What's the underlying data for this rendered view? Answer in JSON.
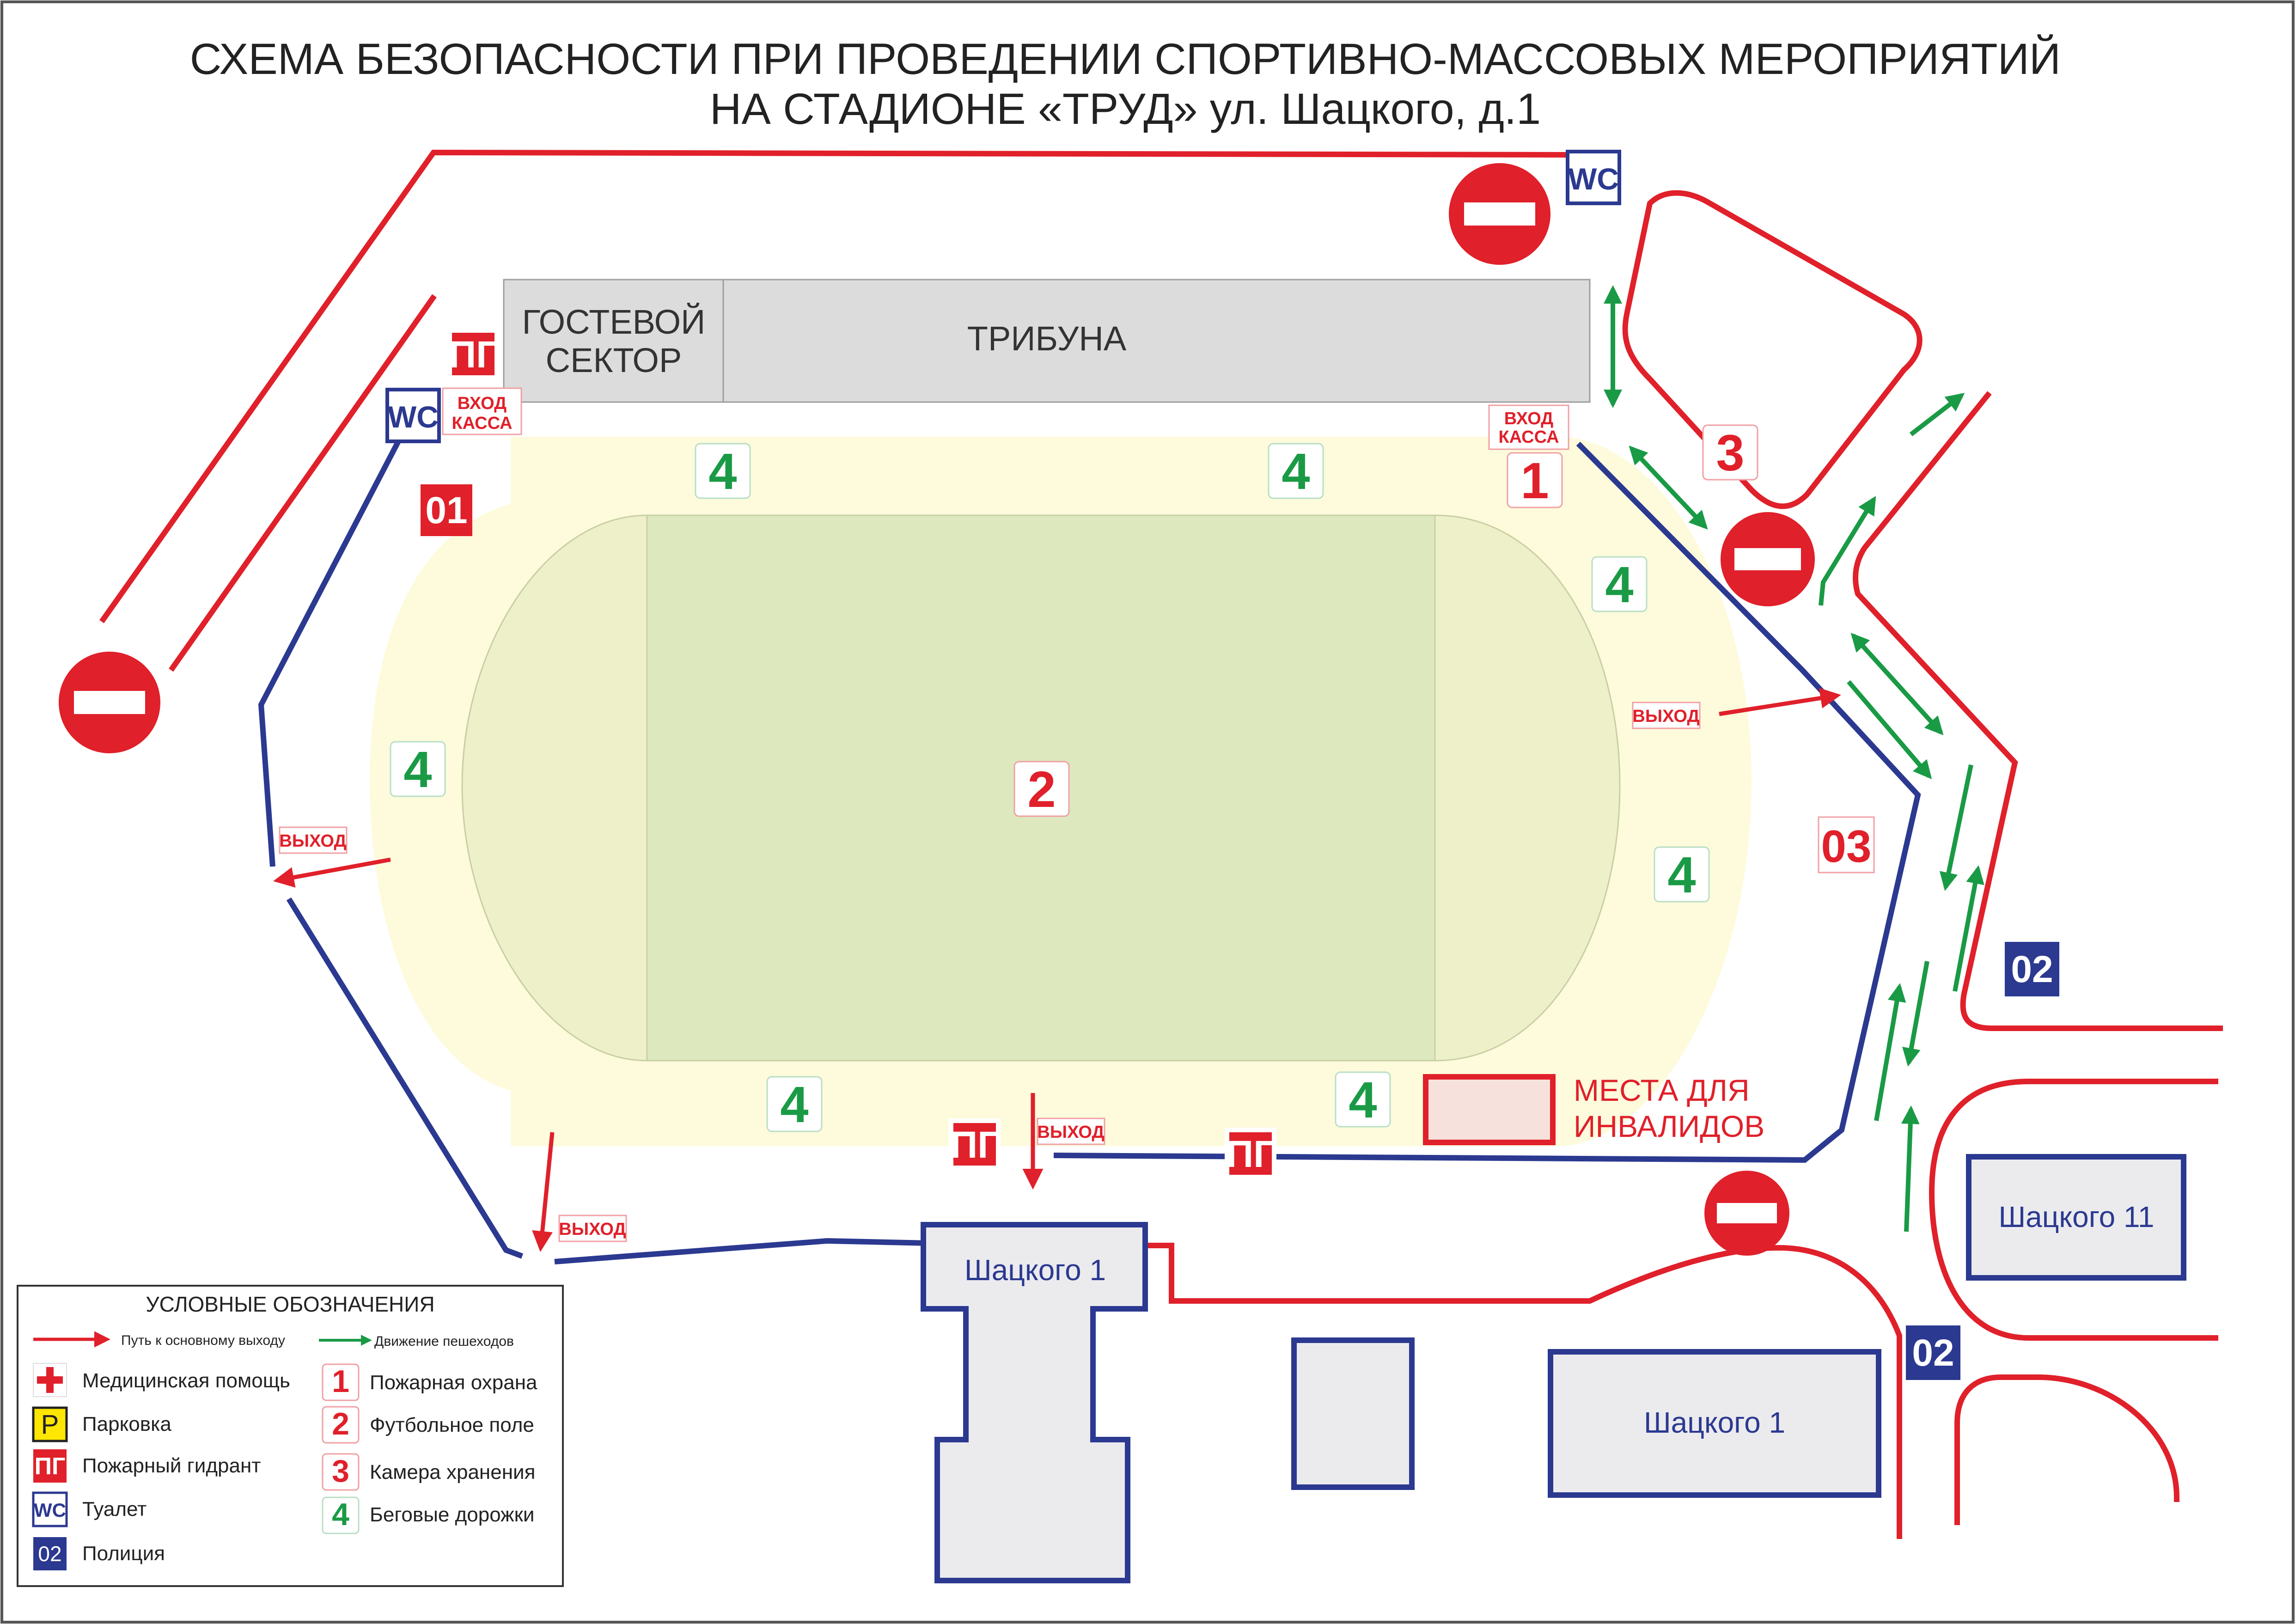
{
  "title": {
    "line1": "СХЕМА БЕЗОПАСНОСТИ ПРИ ПРОВЕДЕНИИ СПОРТИВНО-МАССОВЫХ МЕРОПРИЯТИЙ",
    "line2": "НА СТАДИОНЕ «ТРУД» ул. Шацкого, д.1"
  },
  "stands": {
    "guest_line1": "ГОСТЕВОЙ",
    "guest_line2": "СЕКТОР",
    "tribune": "ТРИБУНА"
  },
  "labels": {
    "vhod1": "ВХОД",
    "kassa1": "КАССА",
    "vhod2": "ВХОД",
    "kassa2": "КАССА",
    "exit_left": "ВЫХОД",
    "exit_right": "ВЫХОД",
    "exit_bottom_left": "ВЫХОД",
    "exit_bottom_center": "ВЫХОД",
    "pg_top": "ПГ",
    "pg_bottom1": "ПГ",
    "pg_bottom2": "ПГ",
    "wc_top": "WC",
    "wc_left": "WC",
    "post_01": "01",
    "post_03": "03",
    "police_1": "02",
    "police_2": "02",
    "zone_1": "1",
    "zone_2": "2",
    "zone_3": "3",
    "lane_a": "4",
    "lane_b": "4",
    "lane_c": "4",
    "lane_d": "4",
    "lane_e": "4",
    "lane_f": "4",
    "lane_g": "4",
    "invalid_line1": "МЕСТА ДЛЯ",
    "invalid_line2": "ИНВАЛИДОВ"
  },
  "buildings": {
    "shatskogo_1_main": "Шацкого 1",
    "shatskogo_1_second": "Шацкого 1",
    "shatskogo_11": "Шацкого 11"
  },
  "legend": {
    "title": "УСЛОВНЫЕ ОБОЗНАЧЕНИЯ",
    "arrow_exit": "Путь к основному выходу",
    "arrow_walk": "Движение пешеходов",
    "medical": "Медицинская помощь",
    "parking_symbol": "P",
    "parking": "Парковка",
    "hydrant_symbol": "ПГ",
    "hydrant": "Пожарный гидрант",
    "toilet_symbol": "WC",
    "toilet": "Туалет",
    "police_symbol": "02",
    "police": "Полиция",
    "n1": "1",
    "fire_guard": "Пожарная охрана",
    "n2": "2",
    "football": "Футбольное поле",
    "n3": "3",
    "storage": "Камера хранения",
    "n4": "4",
    "tracks": "Беговые дорожки"
  },
  "colors": {
    "red": "#e0202a",
    "blue": "#2b3990",
    "green": "#1a9a45",
    "field": "#dde8bf",
    "apron": "#fdfbdc",
    "stand": "#dcdcdc"
  }
}
